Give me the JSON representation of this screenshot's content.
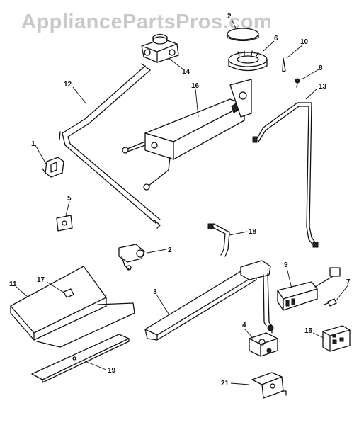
{
  "watermark": "AppliancePartsPros.com",
  "callouts": {
    "c1": "1",
    "c2a": "2",
    "c2b": "2",
    "c3": "3",
    "c4": "4",
    "c5": "5",
    "c6": "6",
    "c7": "7",
    "c8": "8",
    "c9": "9",
    "c10": "10",
    "c11": "11",
    "c12": "12",
    "c13": "13",
    "c14": "14",
    "c15": "15",
    "c16": "16",
    "c17": "17",
    "c18": "18",
    "c19": "19",
    "c21": "21"
  }
}
